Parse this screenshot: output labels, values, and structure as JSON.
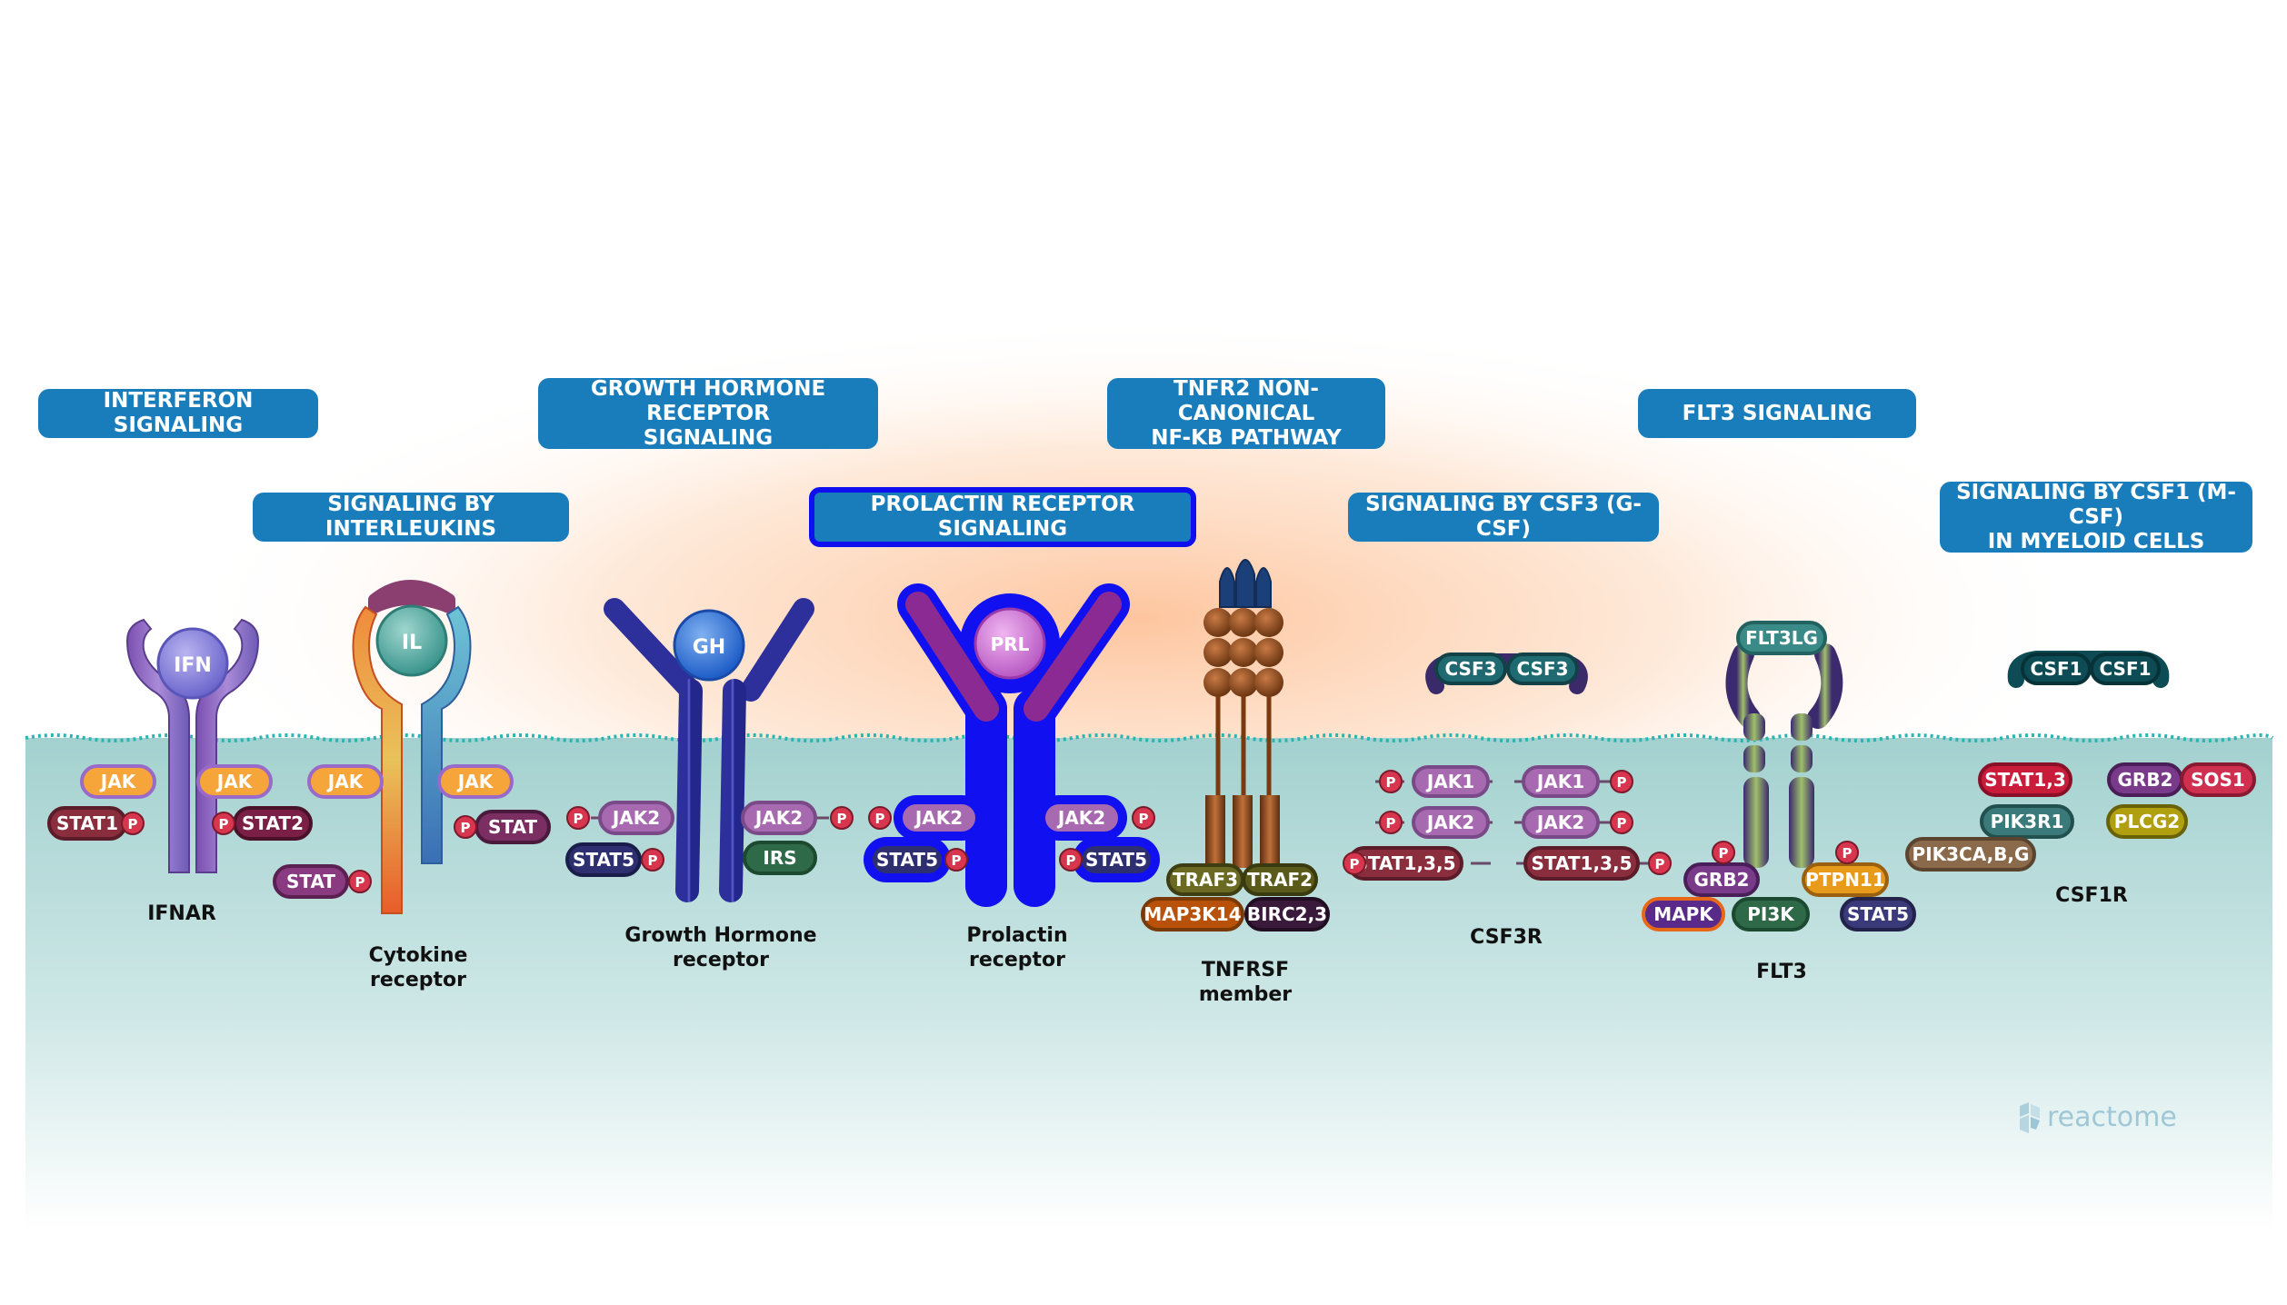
{
  "pathways": [
    {
      "id": "interferon",
      "text": "INTERFERON SIGNALING",
      "selected": false
    },
    {
      "id": "interleukins",
      "text": "SIGNALING BY INTERLEUKINS",
      "selected": false
    },
    {
      "id": "growth-hormone",
      "text": "GROWTH HORMONE RECEPTOR\nSIGNALING",
      "selected": false
    },
    {
      "id": "prolactin",
      "text": "PROLACTIN RECEPTOR SIGNALING",
      "selected": true
    },
    {
      "id": "tnfr2",
      "text": "TNFR2 NON-CANONICAL\nNF-KB PATHWAY",
      "selected": false
    },
    {
      "id": "csf3",
      "text": "SIGNALING BY CSF3 (G-CSF)",
      "selected": false
    },
    {
      "id": "flt3",
      "text": "FLT3 SIGNALING",
      "selected": false
    },
    {
      "id": "csf1",
      "text": "SIGNALING BY CSF1 (M-CSF)\nIN MYELOID CELLS",
      "selected": false
    }
  ],
  "receptors": [
    {
      "id": "ifnar",
      "label": "IFNAR"
    },
    {
      "id": "cytokine",
      "label": "Cytokine\nreceptor"
    },
    {
      "id": "gh",
      "label": "Growth Hormone\nreceptor"
    },
    {
      "id": "prl",
      "label": "Prolactin\nreceptor"
    },
    {
      "id": "tnfrsf",
      "label": "TNFRSF\nmember"
    },
    {
      "id": "csf3r",
      "label": "CSF3R"
    },
    {
      "id": "flt3",
      "label": "FLT3"
    },
    {
      "id": "csf1r",
      "label": "CSF1R"
    }
  ],
  "ligands": {
    "ifn": "IFN",
    "il": "IL",
    "gh": "GH",
    "prl": "PRL",
    "flt3lg": "FLT3LG",
    "csf3": "CSF3",
    "csf1": "CSF1"
  },
  "proteins": {
    "jak": "JAK",
    "jak1": "JAK1",
    "jak2": "JAK2",
    "stat": "STAT",
    "stat1": "STAT1",
    "stat2": "STAT2",
    "stat5": "STAT5",
    "stat135": "STAT1,3,5",
    "stat13": "STAT1,3",
    "irs": "IRS",
    "p": "P",
    "traf3": "TRAF3",
    "traf2": "TRAF2",
    "map3k14": "MAP3K14",
    "birc23": "BIRC2,3",
    "grb2": "GRB2",
    "ptpn11": "PTPN11",
    "mapk": "MAPK",
    "pi3k": "PI3K",
    "sos1": "SOS1",
    "pik3r1": "PIK3R1",
    "plcg2": "PLCG2",
    "pik3cabg": "PIK3CA,B,G"
  },
  "logo": "reactome",
  "colors": {
    "pathway": "#1a7dbb",
    "selected": "#0f0ff0",
    "membrane": "#2ab5b0",
    "cytosol": "#a8d4d2",
    "glow": "#fdc6a0"
  }
}
